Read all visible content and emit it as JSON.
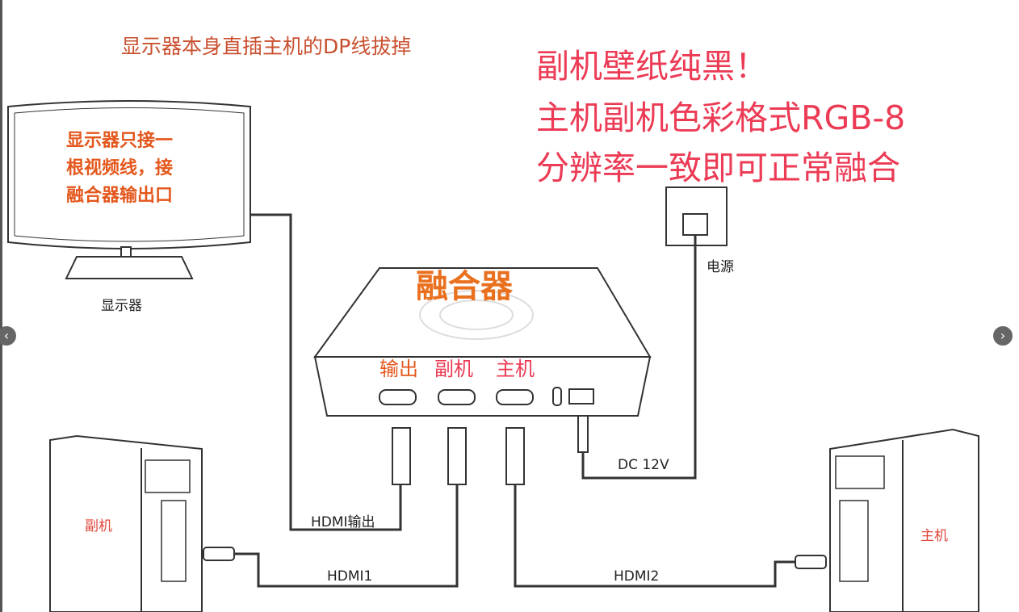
{
  "title": "显示器本身直插主机的DP线拔掉",
  "notes": [
    "副机壁纸纯黑！",
    "主机副机色彩格式RGB-8",
    "分辨率一致即可正常融合"
  ],
  "monitor": {
    "screen_text": [
      "显示器只接一",
      "根视频线，接",
      "融合器输出口"
    ],
    "label": "显示器"
  },
  "fuser": {
    "name": "融合器",
    "ports": {
      "output": "输出",
      "secondary": "副机",
      "primary": "主机"
    }
  },
  "power": {
    "label": "电源",
    "cable_label": "DC 12V"
  },
  "cables": {
    "output": "HDMI输出",
    "hdmi1": "HDMI1",
    "hdmi2": "HDMI2"
  },
  "pcs": {
    "secondary": "副机",
    "primary": "主机"
  },
  "nav": {
    "prev": "‹",
    "next": "›"
  },
  "colors": {
    "note": "#ec3b55",
    "title": "#c9502f",
    "orange": "#e9701e"
  }
}
